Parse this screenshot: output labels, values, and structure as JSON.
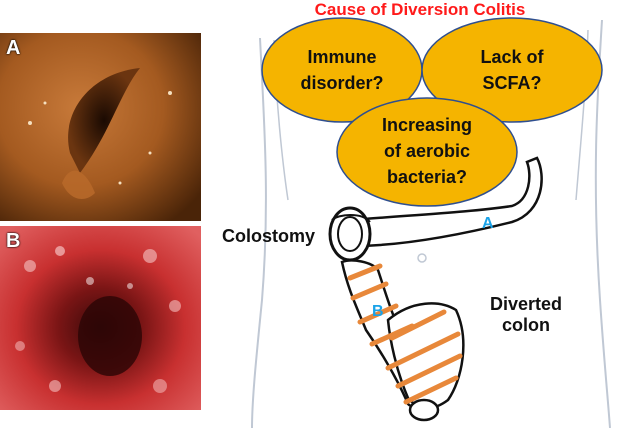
{
  "title": "Cause of Diversion Colitis",
  "photos": [
    {
      "label": "A"
    },
    {
      "label": "B"
    }
  ],
  "causes": [
    {
      "line1": "Immune",
      "line2": "disorder?",
      "line3": ""
    },
    {
      "line1": "Lack of",
      "line2": "SCFA?",
      "line3": ""
    },
    {
      "line1": "Increasing",
      "line2": "of aerobic",
      "line3": "bacteria?"
    }
  ],
  "labels": {
    "colostomy": "Colostomy",
    "diverted_line1": "Diverted",
    "diverted_line2": "colon",
    "segment_a": "A",
    "segment_b": "B"
  },
  "colors": {
    "title": "#ff1a1a",
    "bubble_fill": "#f5b400",
    "bubble_stroke": "#2f4f8f",
    "segment_a_label": "#1aa3e8",
    "stripe": "#e8883a"
  }
}
